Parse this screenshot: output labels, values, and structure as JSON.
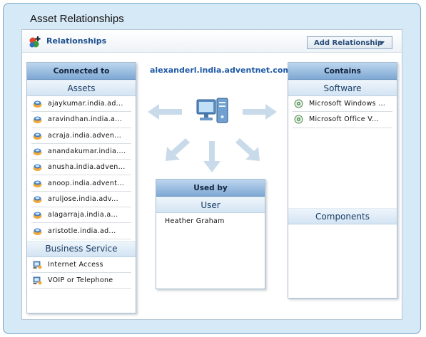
{
  "title": "Asset Relationships",
  "header": {
    "section_title": "Relationships",
    "add_button_label": "Add Relationship"
  },
  "hostname": "alexanderl.india.adventnet.com",
  "connected_to": {
    "title": "Connected to",
    "assets_label": "Assets",
    "assets": [
      "ajaykumar.india.ad...",
      "aravindhan.india.a...",
      "acraja.india.adven...",
      "anandakumar.india....",
      "anusha.india.adven...",
      "anoop.india.advent...",
      "aruljose.india.adv...",
      "alagarraja.india.a...",
      "aristotle.india.ad..."
    ],
    "business_label": "Business Service",
    "business": [
      "Internet Access",
      "VOIP or Telephone"
    ]
  },
  "used_by": {
    "title": "Used by",
    "user_label": "User",
    "users": [
      "Heather Graham"
    ]
  },
  "contains": {
    "title": "Contains",
    "software_label": "Software",
    "software": [
      "Microsoft Windows ...",
      "Microsoft Office V..."
    ],
    "components_label": "Components"
  },
  "colors": {
    "accent_blue": "#1f5aa6",
    "panel_header": "#7ea8d3",
    "arrow": "#c5d8e8"
  }
}
